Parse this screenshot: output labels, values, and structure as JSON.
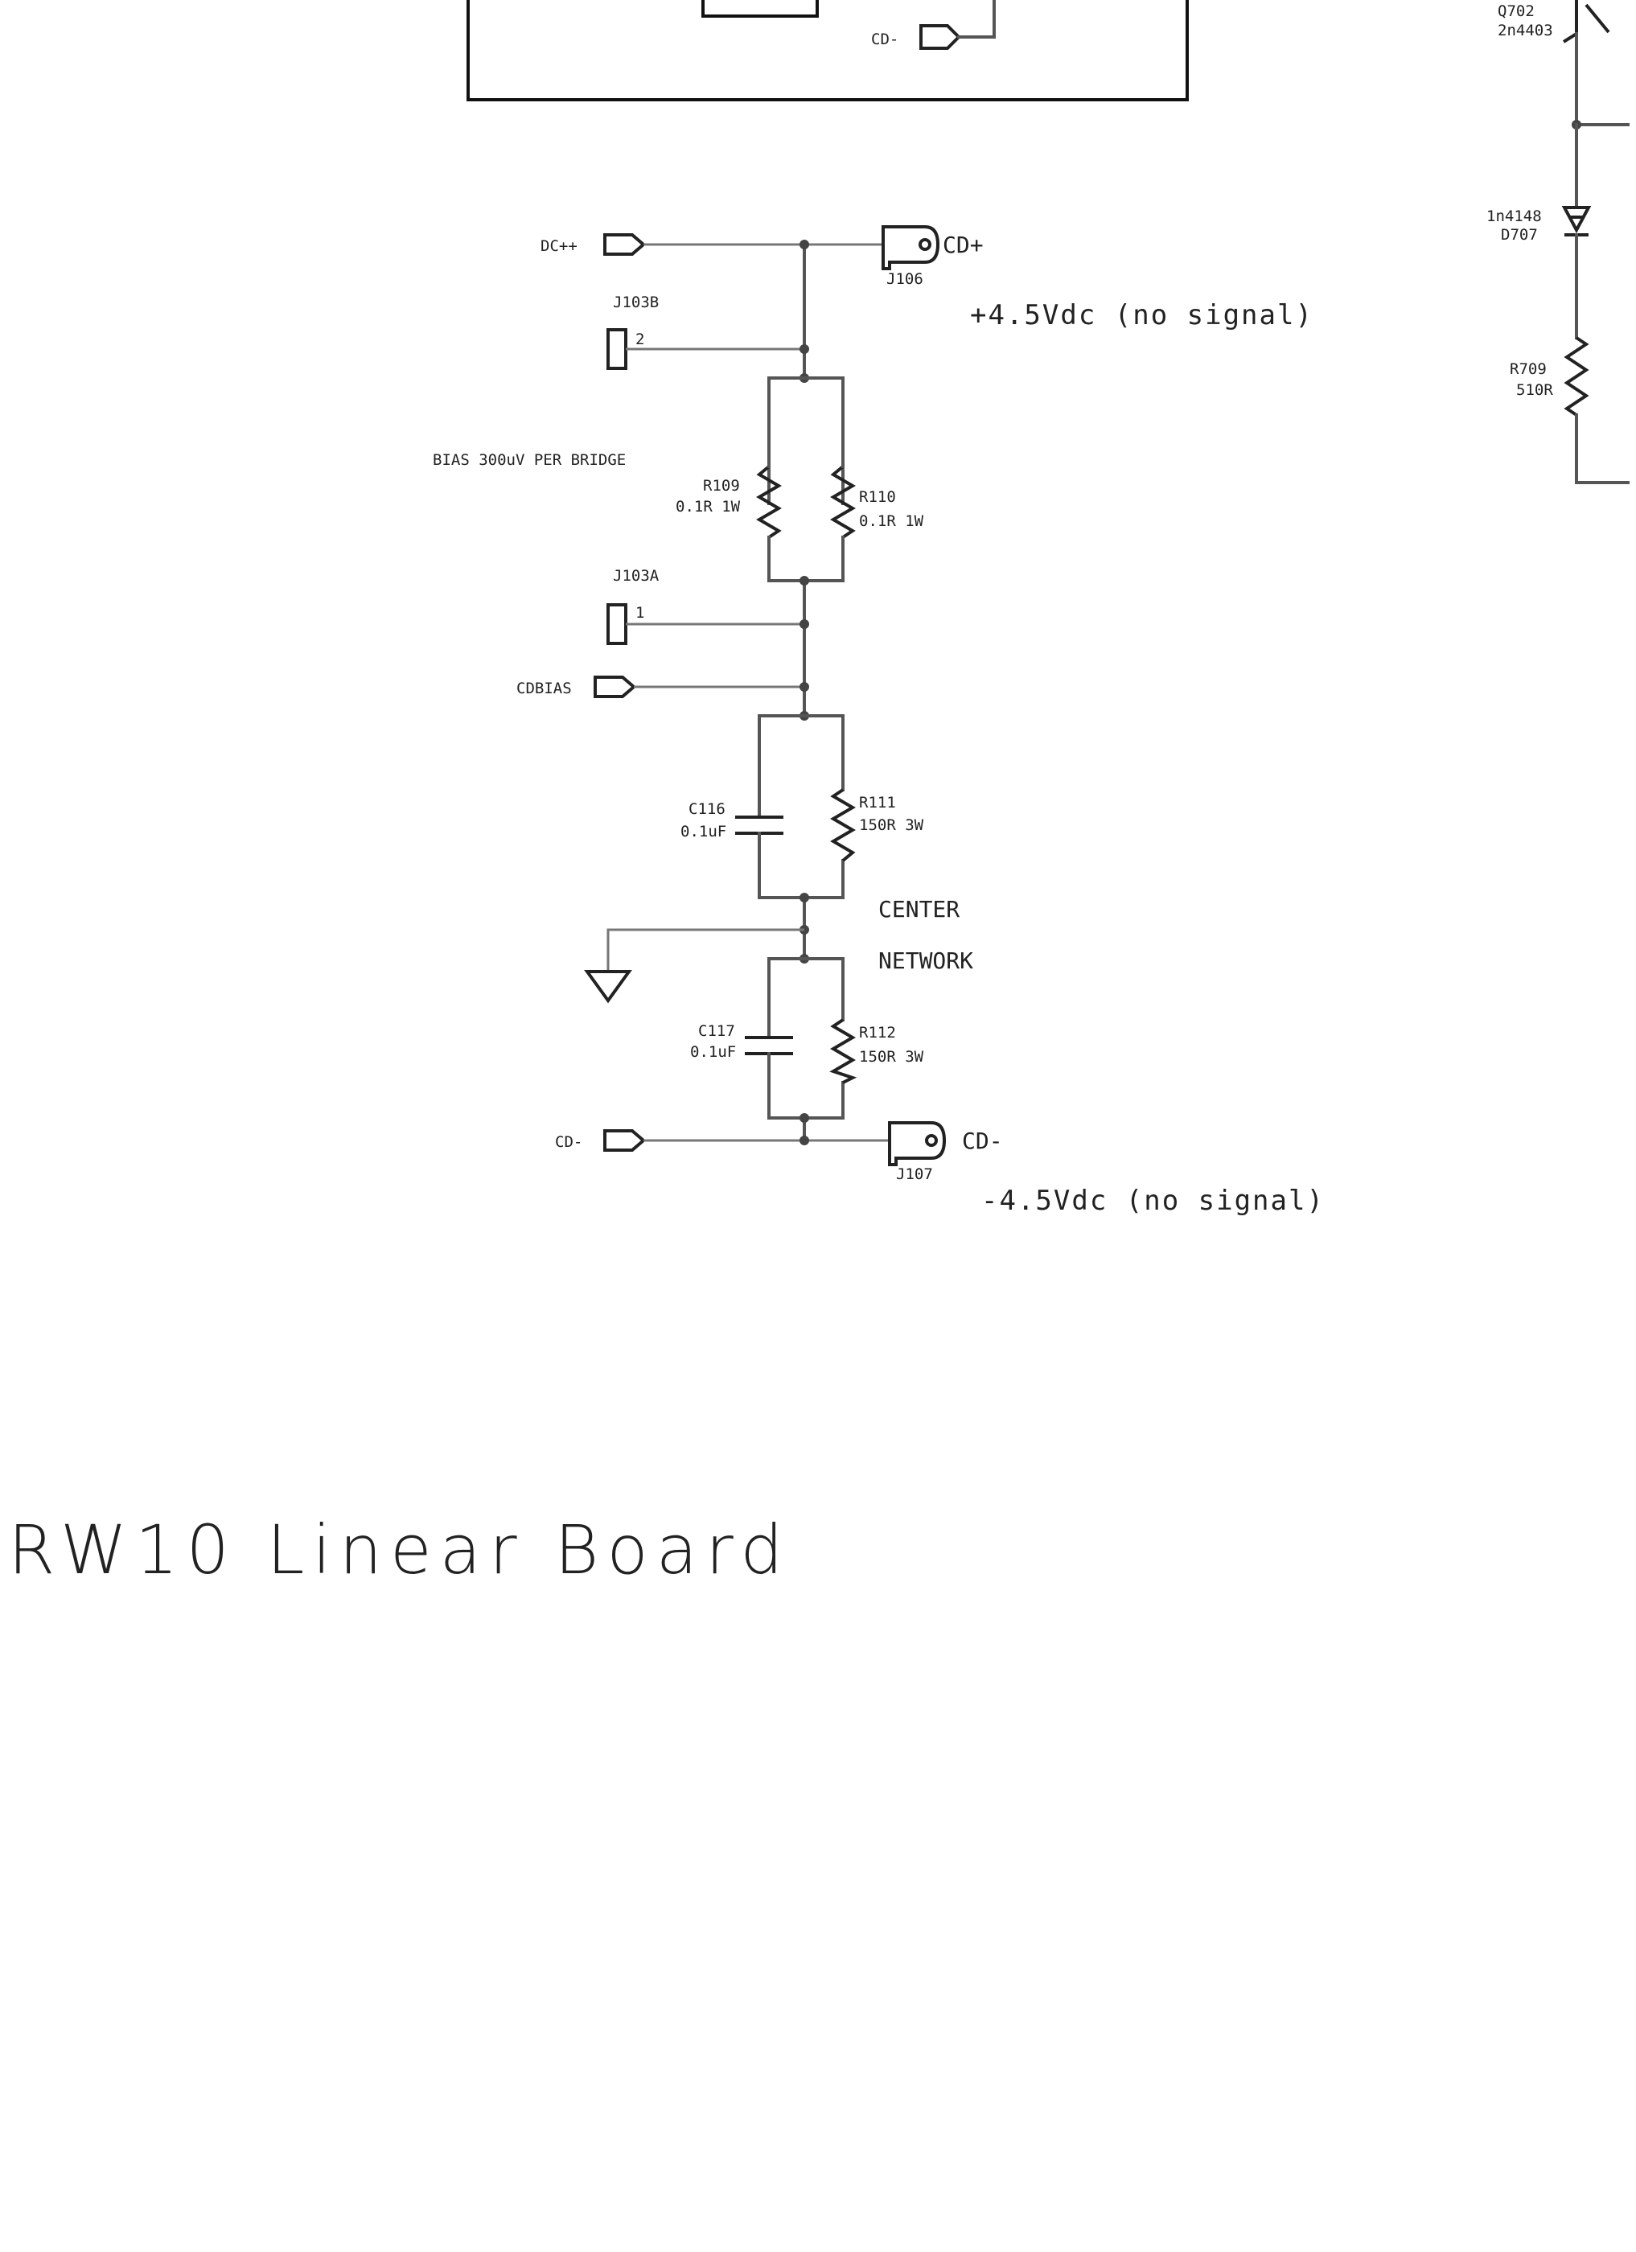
{
  "top_box": {
    "net_label": "CD-"
  },
  "right_circuit": {
    "transistor": {
      "ref": "Q702",
      "value": "2n4403"
    },
    "diode": {
      "ref": "D707",
      "value": "1n4148"
    },
    "resistor": {
      "ref": "R709",
      "value": "510R"
    }
  },
  "nets": {
    "dcpp": "DC++",
    "cdbias": "CDBIAS",
    "cd_minus": "CD-"
  },
  "connectors": {
    "j106": {
      "ref": "J106",
      "net": "CD+",
      "note": "+4.5Vdc (no signal)"
    },
    "j107": {
      "ref": "J107",
      "net": "CD-",
      "note": "-4.5Vdc (no signal)"
    },
    "j103b": {
      "ref": "J103B",
      "pin": "2"
    },
    "j103a": {
      "ref": "J103A",
      "pin": "1"
    }
  },
  "annotations": {
    "bias": "BIAS 300uV PER BRIDGE",
    "center_1": "CENTER",
    "center_2": "NETWORK"
  },
  "components": {
    "r109": {
      "ref": "R109",
      "value": "0.1R 1W"
    },
    "r110": {
      "ref": "R110",
      "value": "0.1R 1W"
    },
    "c116": {
      "ref": "C116",
      "value": "0.1uF"
    },
    "r111": {
      "ref": "R111",
      "value": "150R 3W"
    },
    "c117": {
      "ref": "C117",
      "value": "0.1uF"
    },
    "r112": {
      "ref": "R112",
      "value": "150R 3W"
    }
  },
  "title": "RW10 Linear Board"
}
